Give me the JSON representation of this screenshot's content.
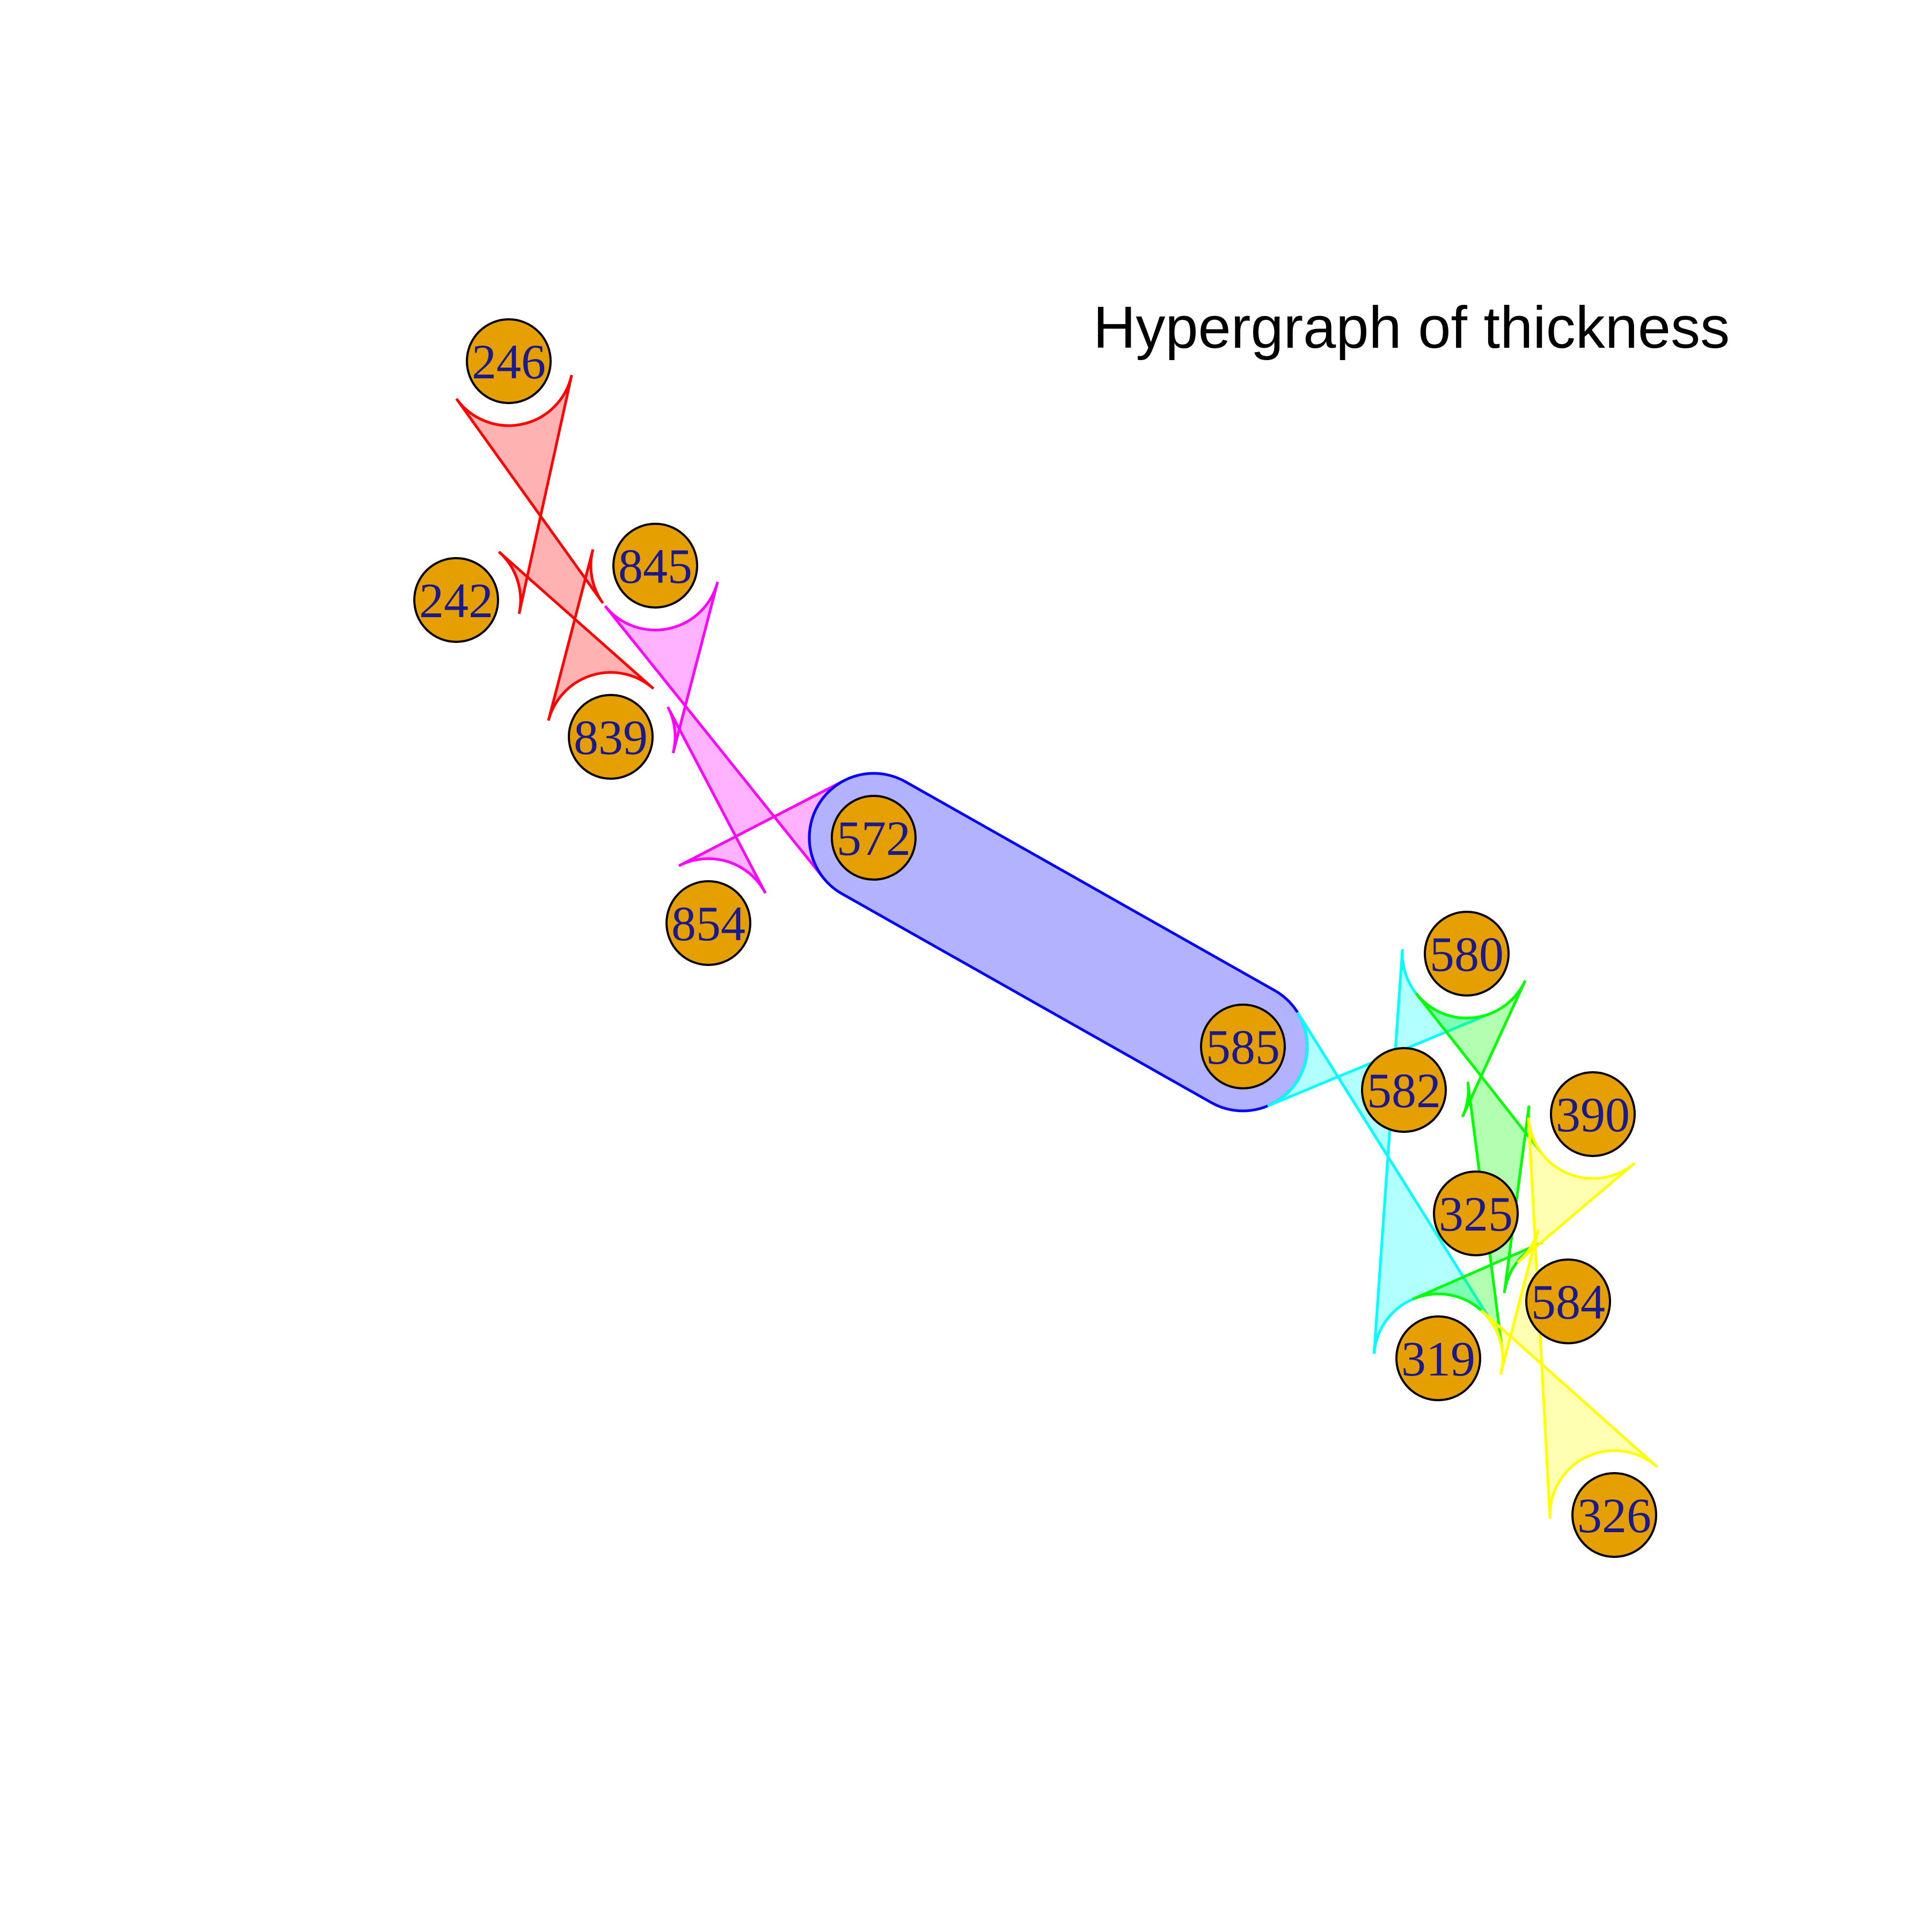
{
  "title": "Hypergraph of thickness",
  "node_fill": "#E69F00",
  "node_stroke": "#000000",
  "label_color": "#1a1a8c",
  "nodes": [
    {
      "id": "246",
      "label": "246"
    },
    {
      "id": "242",
      "label": "242"
    },
    {
      "id": "845",
      "label": "845"
    },
    {
      "id": "839",
      "label": "839"
    },
    {
      "id": "572",
      "label": "572"
    },
    {
      "id": "854",
      "label": "854"
    },
    {
      "id": "585",
      "label": "585"
    },
    {
      "id": "580",
      "label": "580"
    },
    {
      "id": "582",
      "label": "582"
    },
    {
      "id": "390",
      "label": "390"
    },
    {
      "id": "325",
      "label": "325"
    },
    {
      "id": "584",
      "label": "584"
    },
    {
      "id": "319",
      "label": "319"
    },
    {
      "id": "326",
      "label": "326"
    }
  ],
  "hyperedges": [
    {
      "members": [
        "246",
        "242",
        "845",
        "839"
      ],
      "fill": "#FF0000",
      "stroke": "#FF0000"
    },
    {
      "members": [
        "845",
        "839",
        "572",
        "854"
      ],
      "fill": "#FF00FF",
      "stroke": "#FF00FF"
    },
    {
      "members": [
        "572",
        "585"
      ],
      "fill": "#0000FF",
      "stroke": "#0000FF"
    },
    {
      "members": [
        "585",
        "580",
        "582",
        "319"
      ],
      "fill": "#00FFFF",
      "stroke": "#00FFFF"
    },
    {
      "members": [
        "580",
        "582",
        "390",
        "325",
        "584",
        "319"
      ],
      "fill": "#00FF00",
      "stroke": "#00FF00"
    },
    {
      "members": [
        "390",
        "325",
        "584",
        "319",
        "326"
      ],
      "fill": "#FFFF00",
      "stroke": "#FFFF00"
    }
  ]
}
